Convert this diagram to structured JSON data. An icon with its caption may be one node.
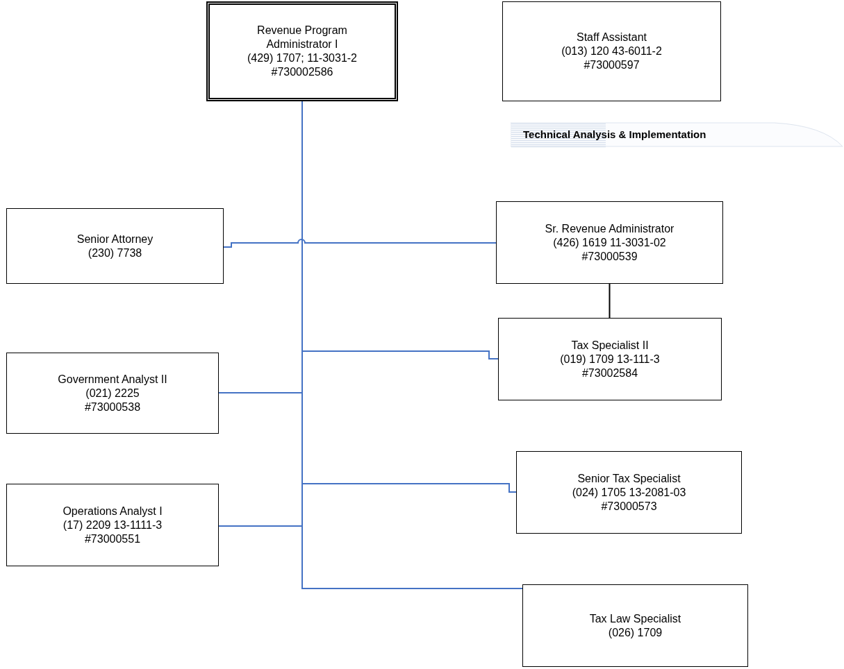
{
  "diagram": {
    "nodes": [
      {
        "text": [
          "Revenue Program Administrator I",
          "(429) 1707; 11-3031-2",
          "#730002586"
        ]
      },
      {
        "text": [
          "Staff Assistant",
          "(013) 120 43-6011-2",
          "#73000597"
        ]
      },
      {
        "text": [
          "Senior Attorney",
          "(230) 7738"
        ]
      },
      {
        "text": [
          "Sr. Revenue Administrator",
          "(426) 1619 11-3031-02",
          "#73000539"
        ]
      },
      {
        "text": [
          "Tax Specialist II",
          "(019) 1709 13-111-3",
          "#73002584"
        ]
      },
      {
        "text": [
          "Government Analyst II",
          "(021) 2225",
          "#73000538"
        ]
      },
      {
        "text": [
          "Senior Tax Specialist",
          "(024) 1705 13-2081-03",
          "#73000573"
        ]
      },
      {
        "text": [
          "Operations Analyst I",
          "(17) 2209 13-1111-3",
          "#73000551"
        ]
      },
      {
        "text": [
          "Tax Law Specialist",
          "(026) 1709"
        ]
      }
    ],
    "edges": [
      {
        "from": 2,
        "to": 3,
        "arrow": "none"
      },
      {
        "from": 3,
        "to": 4,
        "arrow": "none",
        "color": "#000000"
      },
      {
        "from": 0,
        "to": 4,
        "arrow": "none"
      },
      {
        "from": 0,
        "to": 5,
        "arrow": "none"
      },
      {
        "from": 0,
        "to": 6,
        "arrow": "none"
      },
      {
        "from": 0,
        "to": 7,
        "arrow": "none"
      },
      {
        "from": 0,
        "to": 8,
        "arrow": "none"
      }
    ],
    "labels": [
      "Technical Analysis & Implementation"
    ]
  }
}
